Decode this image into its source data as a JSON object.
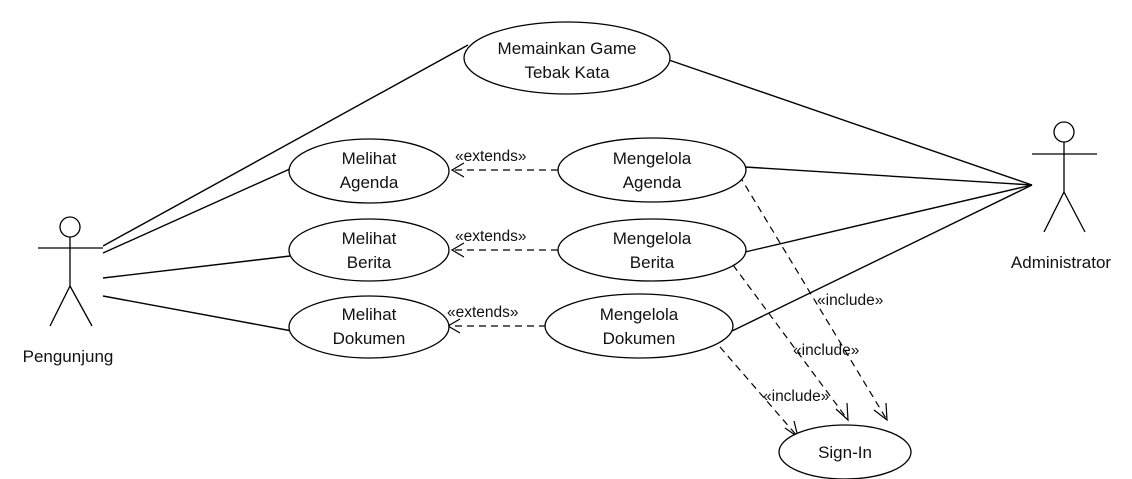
{
  "actors": {
    "pengunjung": {
      "label": "Pengunjung"
    },
    "administrator": {
      "label": "Administrator"
    }
  },
  "use_cases": {
    "memainkan_game": {
      "line1": "Memainkan Game",
      "line2": "Tebak Kata"
    },
    "melihat_agenda": {
      "line1": "Melihat",
      "line2": "Agenda"
    },
    "melihat_berita": {
      "line1": "Melihat",
      "line2": "Berita"
    },
    "melihat_dokumen": {
      "line1": "Melihat",
      "line2": "Dokumen"
    },
    "mengelola_agenda": {
      "line1": "Mengelola",
      "line2": "Agenda"
    },
    "mengelola_berita": {
      "line1": "Mengelola",
      "line2": "Berita"
    },
    "mengelola_dokumen": {
      "line1": "Mengelola",
      "line2": "Dokumen"
    },
    "sign_in": {
      "label": "Sign-In"
    }
  },
  "relations": {
    "extends_label": "«extends»",
    "include_label": "«include»"
  }
}
